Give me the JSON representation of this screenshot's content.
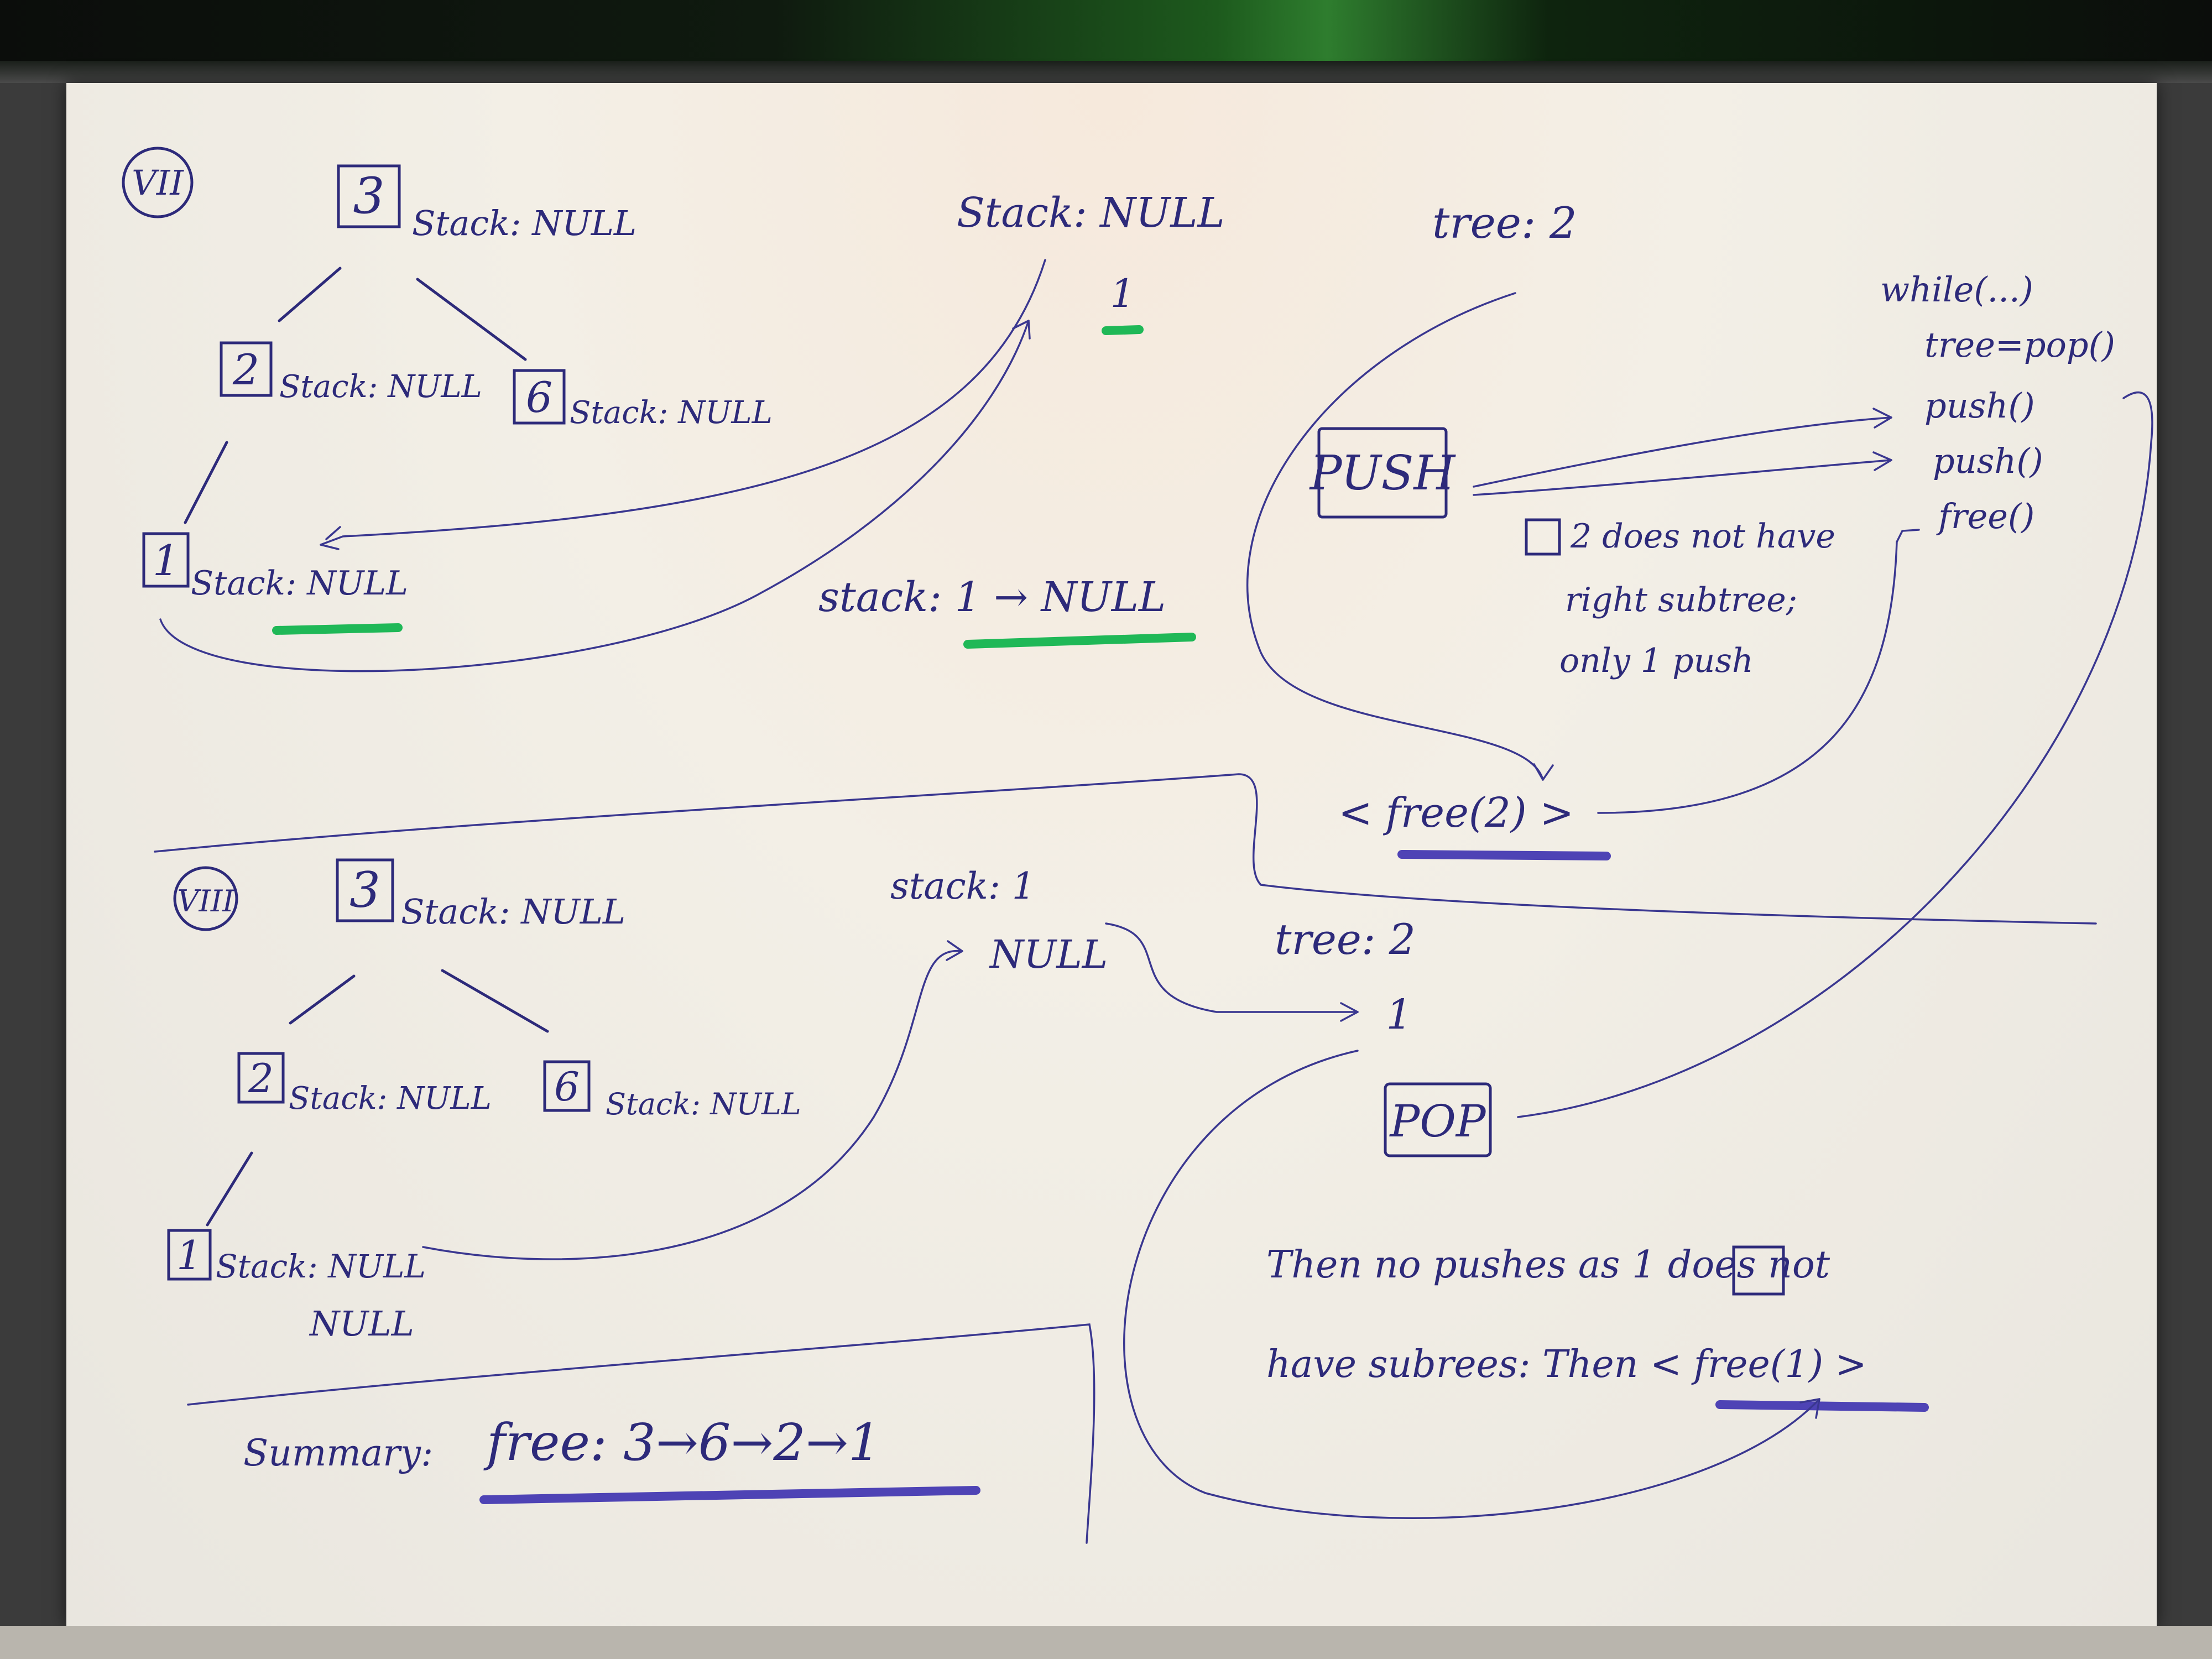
{
  "section_a": {
    "label": "VII",
    "root": {
      "value": "3",
      "stack": "Stack: NULL"
    },
    "left": {
      "value": "2",
      "stack": "Stack: NULL"
    },
    "right": {
      "value": "6",
      "stack": "Stack: NULL"
    },
    "leaf": {
      "value": "1",
      "stack": "Stack: NULL"
    },
    "stack_null": "Stack: NULL",
    "stack_one": "1",
    "stack_chain": "stack: 1 → NULL",
    "tree_label": "tree: 2"
  },
  "code": {
    "lines": [
      "while(...)",
      "tree=pop()",
      "push()",
      "push()",
      "free()"
    ]
  },
  "push_box": "PUSH",
  "push_note": [
    "2 does not have",
    "right subtree;",
    "only 1 push"
  ],
  "free2": "< free(2) >",
  "section_b": {
    "label": "VIII",
    "root": {
      "value": "3",
      "stack": "Stack: NULL"
    },
    "left": {
      "value": "2",
      "stack": "Stack: NULL"
    },
    "right": {
      "value": "6",
      "stack": "Stack: NULL"
    },
    "leaf": {
      "value": "1",
      "stack": "Stack: NULL",
      "extra": "NULL"
    },
    "stack_top": "stack: 1",
    "stack_null": "NULL",
    "tree_label": "tree: 2",
    "tree_one": "1"
  },
  "pop_box": "POP",
  "pop_note": [
    "Then no pushes as 1 does not",
    "have subrees: Then < free(1) >"
  ],
  "summary": {
    "label": "Summary:",
    "value": "free: 3→6→2→1"
  }
}
